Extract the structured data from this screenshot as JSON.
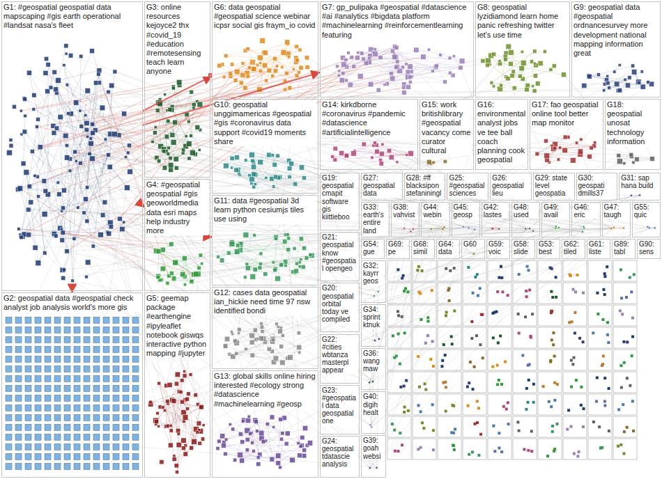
{
  "diagram": {
    "nodes": [
      {
        "text": [
          "G1: #geospatial geospatial data mapscaping #gis earth operational #landsat nasa's fleet"
        ]
      },
      {
        "text": [
          "G3: online resources kejoyce2 thx #covid_19 #education #remotesensing teach learn anyone"
        ]
      },
      {
        "text": [
          "G6: data geospatial #geospatial science webinar icpsr social gis fraym_io covid"
        ]
      },
      {
        "text": [
          "G7: gp_pulipaka #geospatial #datascience #ai #analytics #bigdata platform #machinelearning #reinforcementlearning featuring"
        ]
      },
      {
        "text": [
          "G8: geospatial lyzidiamond learn home panic refreshing twitter let's use time"
        ]
      },
      {
        "text": [
          "G9: geospatial data #geospatial ordnancesurvey more development national mapping information great"
        ]
      },
      {
        "text": [
          "G10: geospatial unggimamericas #geospatial #gis #coronavirus data support #covid19 moments share"
        ]
      },
      {
        "text": [
          "G14: kirkdborne #coronavirus #pandemic #datascience #artificialintelligence"
        ]
      },
      {
        "text": [
          "G15: work britishlibrary #geospatial vacancy come curator cultural"
        ]
      },
      {
        "text": [
          "G16: environmental analyst jobs ve tee ball coach planning cook geospatial"
        ]
      },
      {
        "text": [
          "G17: fao geospatial online tool better map monitor"
        ]
      },
      {
        "text": [
          "G18: geospatial unosat technology information"
        ]
      },
      {
        "text": [
          "G4: #geospatial geospatial #gis geoworldmedia data esri maps help industry more"
        ]
      },
      {
        "text": [
          "G11: data #geospatial 3d learn python cesiumjs tiles use using"
        ]
      },
      {
        "text": [
          "G19: geospatial cmapit software gis kiittieboo"
        ]
      },
      {
        "text": [
          "G27: geospatial data"
        ]
      },
      {
        "text": [
          "G28: #ff blacksipon stefaniningl"
        ]
      },
      {
        "text": [
          "G25: #geospatial sciences"
        ]
      },
      {
        "text": [
          "G26: geospatial lieu"
        ]
      },
      {
        "text": [
          "G29: state level geospatia"
        ]
      },
      {
        "text": [
          "G30: geospati dmills37"
        ]
      },
      {
        "text": [
          "G31: sap hana build"
        ]
      },
      {
        "text": [
          "G33: earth's entire land"
        ]
      },
      {
        "text": [
          "G38: vahvist"
        ]
      },
      {
        "text": [
          "G44: webin"
        ]
      },
      {
        "text": [
          "G45: geosp"
        ]
      },
      {
        "text": [
          "G42: lastes"
        ]
      },
      {
        "text": [
          "G48: used"
        ]
      },
      {
        "text": [
          "G49: avail"
        ]
      },
      {
        "text": [
          "G46: eric"
        ]
      },
      {
        "text": [
          "G47: taugh"
        ]
      },
      {
        "text": [
          "G55: quic"
        ]
      },
      {
        "text": [
          "G54: gue"
        ]
      },
      {
        "text": [
          "G69: pe"
        ]
      },
      {
        "text": [
          "G68: simil"
        ]
      },
      {
        "text": [
          "G64: data"
        ]
      },
      {
        "text": [
          "G60"
        ]
      },
      {
        "text": [
          "G59: voic"
        ]
      },
      {
        "text": [
          "G58: slide"
        ]
      },
      {
        "text": [
          "G53: best"
        ]
      },
      {
        "text": [
          "G62: tiled"
        ]
      },
      {
        "text": [
          "G61: liste"
        ]
      },
      {
        "text": [
          "G89: tabl"
        ]
      },
      {
        "text": [
          "G90: sens"
        ]
      },
      {
        "text": [
          "G21: geospatial know #geospatial opengeo"
        ]
      },
      {
        "text": [
          "G32: kayrr geos"
        ]
      },
      {
        "text": [
          "G12: cases data geospatial ian_hickie need time 97 nsw identified bondi"
        ]
      },
      {
        "text": [
          "G20: geospatial orbital today ve compiled"
        ]
      },
      {
        "text": [
          "G34: sprint ktnuk"
        ]
      },
      {
        "text": [
          "G36: wang maw"
        ]
      },
      {
        "text": [
          "G22: #cities wbtanza masterpl appear"
        ]
      },
      {
        "text": [
          "G40: digih healt"
        ]
      },
      {
        "text": [
          "G23: #geospatial data geospatial one"
        ]
      },
      {
        "text": [
          "G39: goah websi"
        ]
      },
      {
        "text": [
          "G24: geospatial tdatascie analysis"
        ]
      },
      {
        "text": [
          "G2: geospatial data #geospatial check analyst job analysis world's more gis"
        ]
      },
      {
        "text": [
          "G5: geemap package #earthengine #ipyleaflet notebook giswqs interactive python mapping #jupyter"
        ]
      },
      {
        "text": [
          "G13: global skills online hiring interested #ecology strong #datascience #machinelearning #geosp"
        ]
      }
    ],
    "edges": [
      {
        "from": 0,
        "to": 2,
        "arrow": "to"
      },
      {
        "from": 0,
        "to": 3,
        "arrow": "to"
      },
      {
        "from": 0,
        "to": 12,
        "arrow": "to"
      },
      {
        "from": 0,
        "to": 55,
        "arrow": "to"
      },
      {
        "from": 12,
        "to": 13,
        "arrow": "to"
      },
      {
        "from": 1,
        "to": 2,
        "arrow": "to"
      }
    ]
  }
}
